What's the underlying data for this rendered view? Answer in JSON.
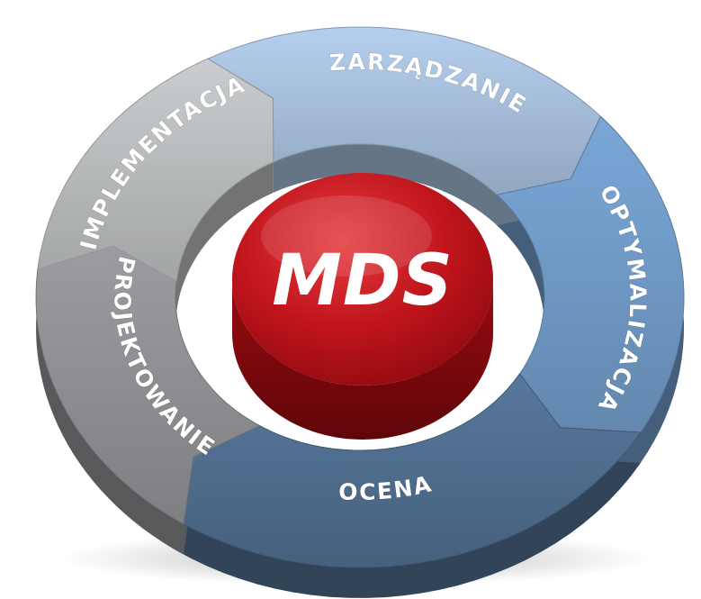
{
  "center": {
    "label": "MDS",
    "color": "#b01019"
  },
  "cycle": [
    {
      "label": "ZARZĄDZANIE",
      "color": "#a4bcd8"
    },
    {
      "label": "OPTYMALIZACJA",
      "color": "#6f98c4"
    },
    {
      "label": "OCENA",
      "color": "#4f6d8e"
    },
    {
      "label": "PROJEKTOWANIE",
      "color": "#8e9093"
    },
    {
      "label": "IMPLEMENTACJA",
      "color": "#b8babc"
    }
  ]
}
